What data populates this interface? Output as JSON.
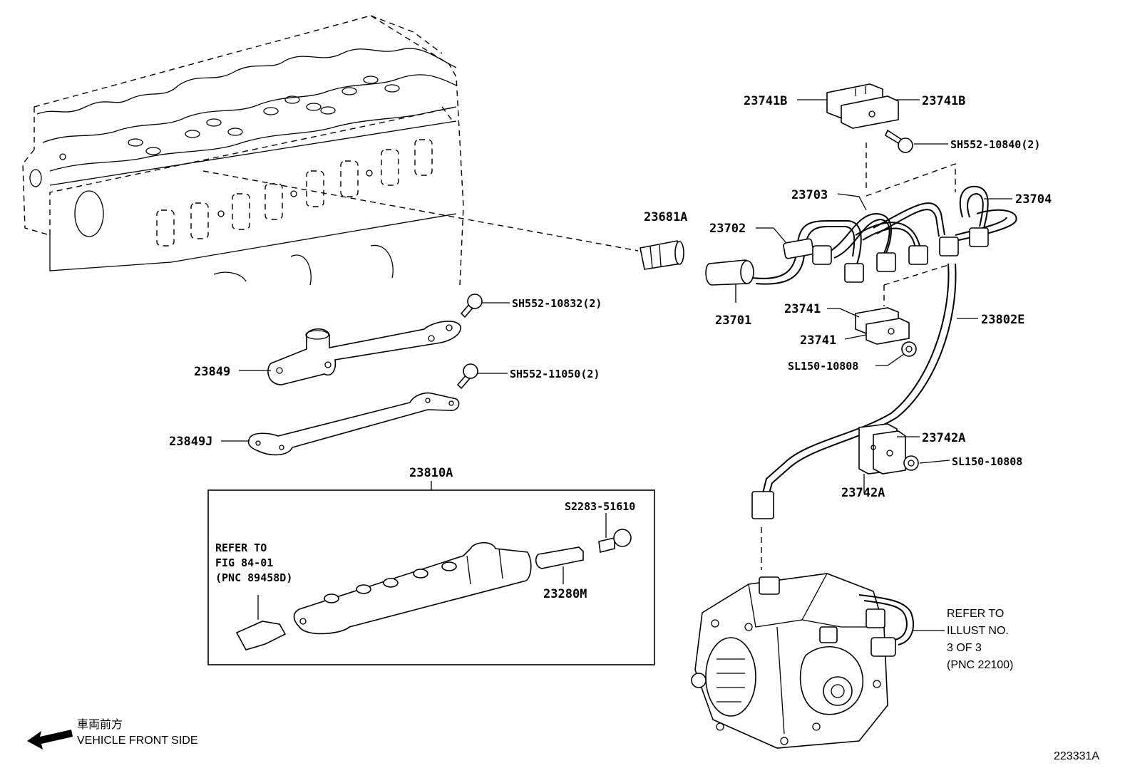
{
  "labels": {
    "p23741B_left": "23741B",
    "p23741B_right": "23741B",
    "bolt_sh552_10840": "SH552-10840(2)",
    "p23703": "23703",
    "p23704": "23704",
    "p23681A": "23681A",
    "p23702": "23702",
    "p23701": "23701",
    "p23741_top": "23741",
    "p23741_bottom": "23741",
    "p23802E": "23802E",
    "nut_sl150_10808_a": "SL150-10808",
    "nut_sl150_10808_b": "SL150-10808",
    "p23742A_top": "23742A",
    "p23742A_bottom": "23742A",
    "bolt_sh552_10832": "SH552-10832(2)",
    "p23849": "23849",
    "bolt_sh552_11050": "SH552-11050(2)",
    "p23849J": "23849J",
    "p23810A": "23810A",
    "plug_s2283_51610": "S2283-51610",
    "p23280M": "23280M",
    "refer_fig": [
      "REFER TO",
      "FIG 84-01",
      "(PNC 89458D)"
    ],
    "refer_illust": [
      "REFER TO",
      "ILLUST NO.",
      "3 OF 3",
      "(PNC 22100)"
    ],
    "front_jp": "車両前方",
    "front_en": "VEHICLE FRONT SIDE",
    "diagram_id": "223331A"
  }
}
